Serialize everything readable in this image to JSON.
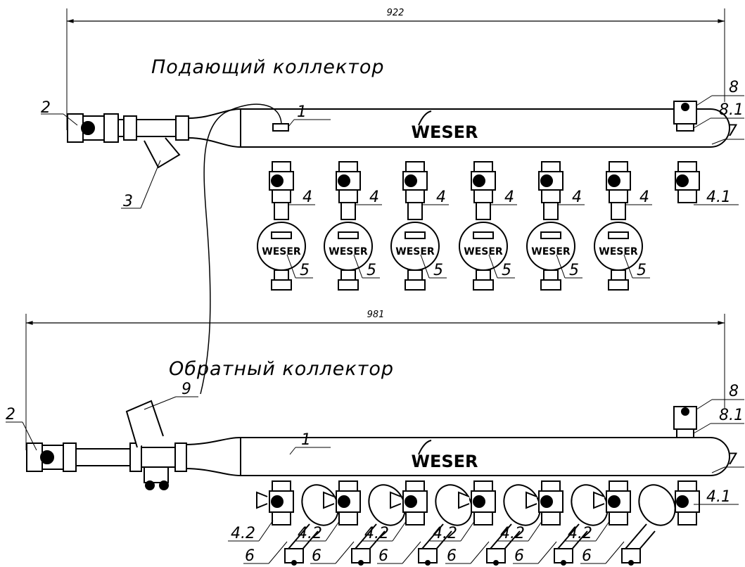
{
  "supply": {
    "title": "Подающий коллектор",
    "dimension": "922",
    "brand": "WESER",
    "meter_brand": "WESER",
    "labels": {
      "manifold": "1",
      "inlet_valve": "2",
      "filter": "3",
      "outlet_valve": "4",
      "outlet_valve_end": "4.1",
      "meter": "5",
      "end_cap": "7",
      "air_vent": "8",
      "air_vent_valve": "8.1"
    }
  },
  "return": {
    "title": "Обратный коллектор",
    "dimension": "981",
    "brand": "WESER",
    "labels": {
      "manifold": "1",
      "inlet_valve": "2",
      "outlet_valve": "4.2",
      "outlet_valve_end": "4.1",
      "balancing_valve": "6",
      "end_cap": "7",
      "air_vent": "8",
      "air_vent_valve": "8.1",
      "regulator": "9"
    }
  }
}
